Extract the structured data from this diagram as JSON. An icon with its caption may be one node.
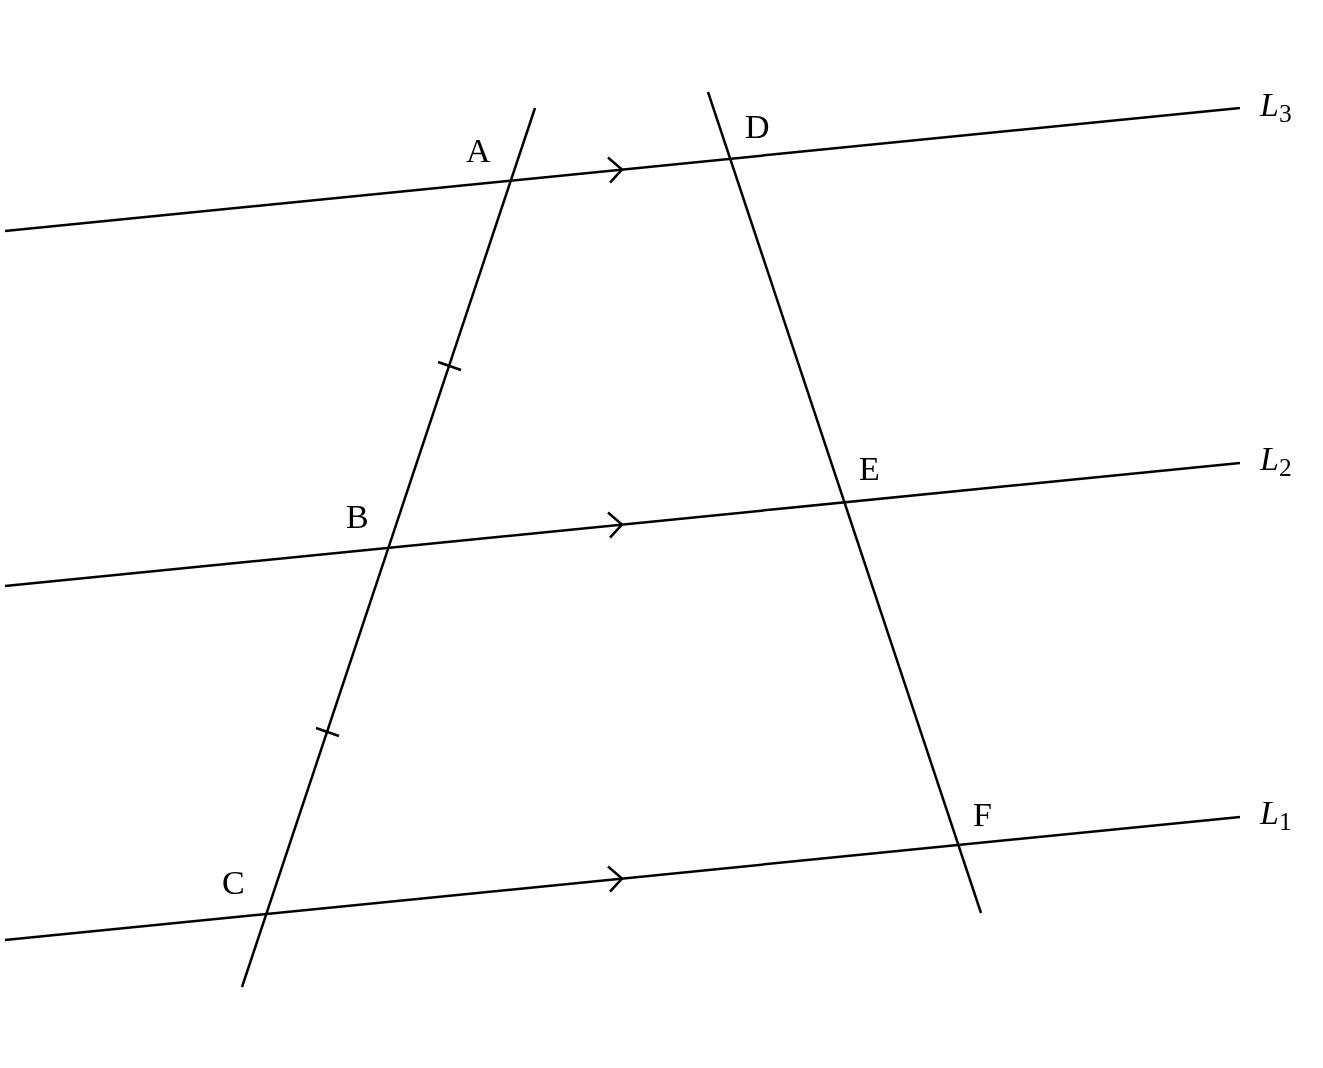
{
  "diagram": {
    "labels": [
      "A",
      "D",
      "*L*$_{3}$",
      "B",
      "E",
      "*L*$_{2}$",
      "C",
      "F",
      "*L*$_{1}$"
    ]
  }
}
